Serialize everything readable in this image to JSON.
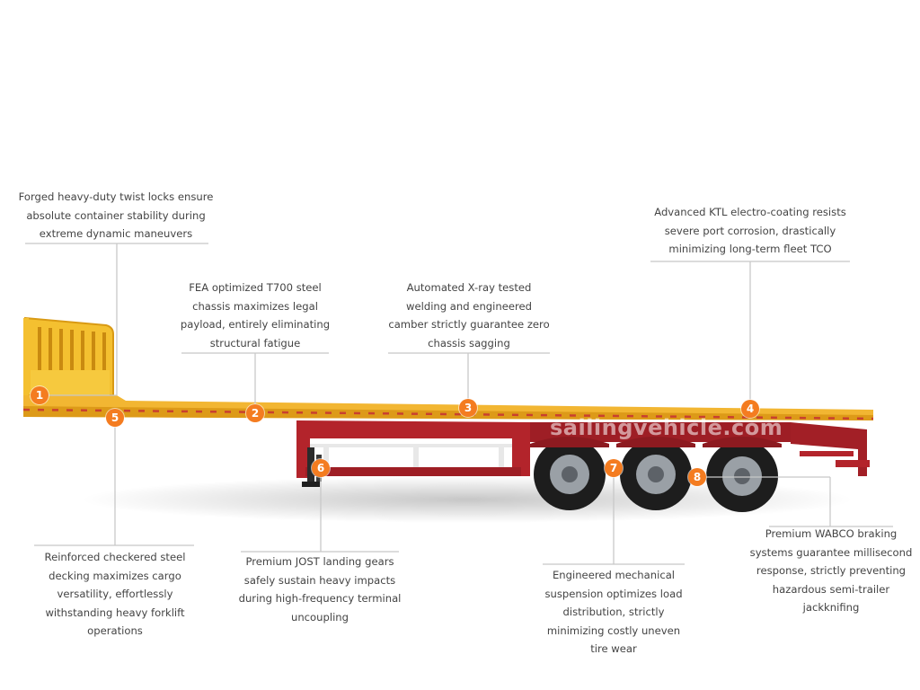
{
  "accent_color": "#f47c20",
  "callout_line_color": "#c8c8c8",
  "trailer_colors": {
    "deck": "#f2b632",
    "chassis": "#b3242b",
    "gate": "#f4c030",
    "tire": "#1d1d1d",
    "rim": "#9aa0a6"
  },
  "callouts": [
    {
      "number": "1",
      "lines": [
        "Forged heavy-duty twist locks ensure",
        "absolute container stability during",
        "extreme dynamic maneuvers"
      ]
    },
    {
      "number": "2",
      "lines": [
        "FEA optimized T700 steel",
        "chassis maximizes legal",
        "payload, entirely eliminating",
        "structural fatigue"
      ]
    },
    {
      "number": "3",
      "lines": [
        "Automated X-ray tested",
        "welding and engineered",
        "camber strictly guarantee zero",
        "chassis sagging"
      ]
    },
    {
      "number": "4",
      "lines": [
        "Advanced KTL electro-coating resists",
        "severe port corrosion, drastically",
        "minimizing long-term fleet TCO"
      ]
    },
    {
      "number": "5",
      "lines": [
        "Reinforced checkered steel",
        "decking maximizes cargo",
        "versatility, effortlessly",
        "withstanding heavy forklift",
        "operations"
      ]
    },
    {
      "number": "6",
      "lines": [
        "Premium JOST landing gears",
        "safely sustain heavy impacts",
        "during high-frequency terminal",
        "uncoupling"
      ]
    },
    {
      "number": "7",
      "lines": [
        "Engineered mechanical",
        "suspension optimizes load",
        "distribution, strictly",
        "minimizing costly uneven",
        "tire wear"
      ]
    },
    {
      "number": "8",
      "lines": [
        "Premium WABCO braking",
        "systems guarantee millisecond",
        "response, strictly preventing",
        "hazardous semi-trailer",
        "jackknifing"
      ]
    }
  ],
  "watermark": "sailingvehicle.com"
}
